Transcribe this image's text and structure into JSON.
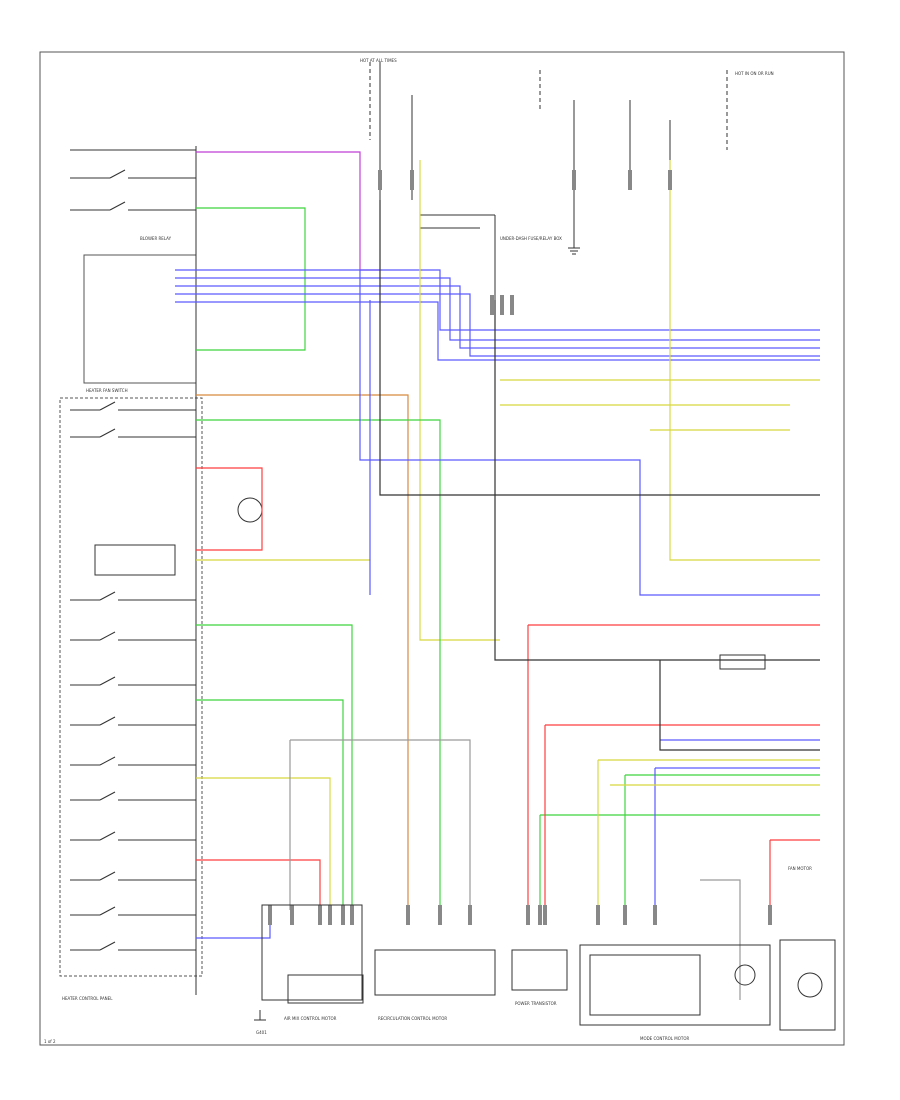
{
  "diagram": {
    "labels": {
      "heater_control_panel": "HEATER CONTROL PANEL",
      "heater_fan_switch": "HEATER FAN SWITCH",
      "blower_relay": "BLOWER RELAY",
      "fan_motor": "FAN MOTOR",
      "air_mix_door_motor": "AIR MIX CONTROL MOTOR",
      "mode_door_motor": "MODE CONTROL MOTOR",
      "recirc_motor": "RECIRCULATION CONTROL MOTOR",
      "power_transistor": "POWER TRANSISTOR",
      "fuse_box": "UNDER-DASH FUSE/RELAY BOX",
      "hot_at_all_times": "HOT AT ALL TIMES",
      "hot_in_on_run": "HOT IN ON OR RUN",
      "ground": "G401",
      "page_ref": "1 of 2"
    },
    "wire_colors": {
      "blu": "#3f3fff",
      "grn": "#3fd43f",
      "yel": "#d8d83f",
      "red": "#ff3f3f",
      "wht": "#9a9a9a",
      "blk": "#333333",
      "org": "#d88a3f",
      "pnk": "#d83fd8",
      "lt_grn": "#7fe87f"
    }
  }
}
